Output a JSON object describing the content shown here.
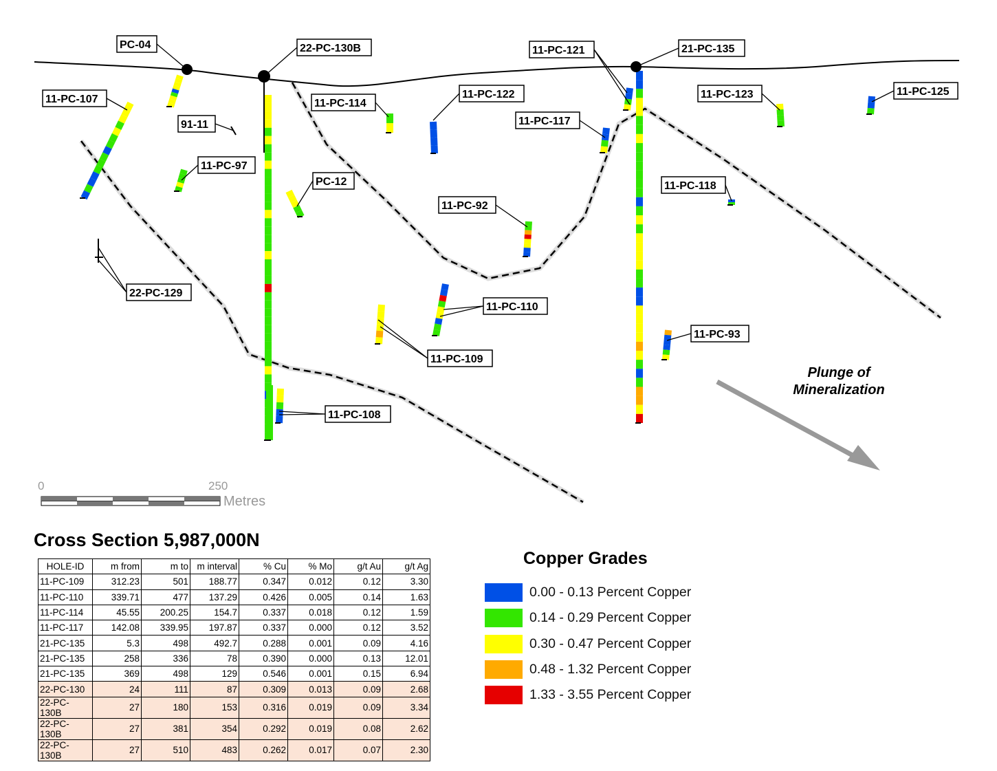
{
  "labels": {
    "pc04": "PC-04",
    "pc130b": "22-PC-130B",
    "pc121": "11-PC-121",
    "pc135": "21-PC-135",
    "pc107": "11-PC-107",
    "h9111": "91-11",
    "pc114": "11-PC-114",
    "pc122": "11-PC-122",
    "pc117": "11-PC-117",
    "pc123": "11-PC-123",
    "pc125": "11-PC-125",
    "pc97": "11-PC-97",
    "pc12": "PC-12",
    "pc92": "11-PC-92",
    "pc118": "11-PC-118",
    "pc129": "22-PC-129",
    "pc110": "11-PC-110",
    "pc109": "11-PC-109",
    "pc93": "11-PC-93",
    "pc108": "11-PC-108"
  },
  "annotation": {
    "line1": "Plunge of",
    "line2": "Mineralization"
  },
  "scale": {
    "min": "0",
    "max": "250",
    "unit": "Metres"
  },
  "title": "Cross Section 5,987,000N",
  "table": {
    "headers": [
      "HOLE-ID",
      "m from",
      "m to",
      "m interval",
      "% Cu",
      "% Mo",
      "g/t Au",
      "g/t Ag"
    ],
    "rows": [
      [
        "11-PC-109",
        "312.23",
        "501",
        "188.77",
        "0.347",
        "0.012",
        "0.12",
        "3.30"
      ],
      [
        "11-PC-110",
        "339.71",
        "477",
        "137.29",
        "0.426",
        "0.005",
        "0.14",
        "1.63"
      ],
      [
        "11-PC-114",
        "45.55",
        "200.25",
        "154.7",
        "0.337",
        "0.018",
        "0.12",
        "1.59"
      ],
      [
        "11-PC-117",
        "142.08",
        "339.95",
        "197.87",
        "0.337",
        "0.000",
        "0.12",
        "3.52"
      ],
      [
        "21-PC-135",
        "5.3",
        "498",
        "492.7",
        "0.288",
        "0.001",
        "0.09",
        "4.16"
      ],
      [
        "21-PC-135",
        "258",
        "336",
        "78",
        "0.390",
        "0.000",
        "0.13",
        "12.01"
      ],
      [
        "21-PC-135",
        "369",
        "498",
        "129",
        "0.546",
        "0.001",
        "0.15",
        "6.94"
      ],
      [
        "22-PC-130",
        "24",
        "111",
        "87",
        "0.309",
        "0.013",
        "0.09",
        "2.68"
      ],
      [
        "22-PC-130B",
        "27",
        "180",
        "153",
        "0.316",
        "0.019",
        "0.09",
        "3.34"
      ],
      [
        "22-PC-130B",
        "27",
        "381",
        "354",
        "0.292",
        "0.019",
        "0.08",
        "2.62"
      ],
      [
        "22-PC-130B",
        "27",
        "510",
        "483",
        "0.262",
        "0.017",
        "0.07",
        "2.30"
      ]
    ]
  },
  "legend": {
    "title": "Copper Grades",
    "items": [
      {
        "label": "0.00 - 0.13 Percent Copper",
        "color": "#0050e6"
      },
      {
        "label": "0.14 - 0.29 Percent Copper",
        "color": "#33e600"
      },
      {
        "label": "0.30 - 0.47 Percent Copper",
        "color": "#ffff00"
      },
      {
        "label": "0.48 - 1.32 Percent Copper",
        "color": "#ffaa00"
      },
      {
        "label": "1.33 - 3.55 Percent Copper",
        "color": "#e60000"
      }
    ]
  }
}
